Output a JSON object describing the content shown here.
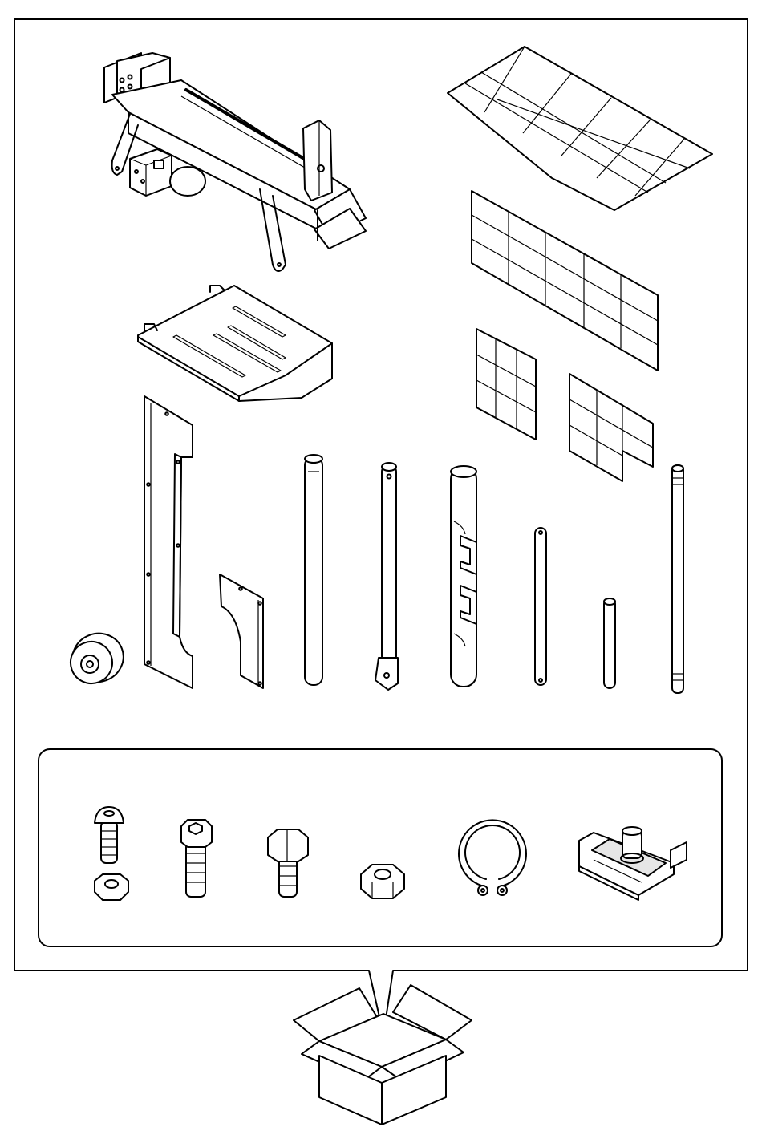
{
  "figure": {
    "kind": "package-contents-diagram",
    "line_color": "#000000",
    "background": "#ffffff"
  },
  "parts": [
    {
      "id": "splitter-body",
      "icon": "log-splitter-body-icon"
    },
    {
      "id": "grid-sheet-large",
      "icon": "grid-sheet-icon"
    },
    {
      "id": "grid-panel-wide",
      "icon": "grid-panel-icon"
    },
    {
      "id": "log-tray",
      "icon": "tray-icon"
    },
    {
      "id": "grid-panel-small-a",
      "icon": "grid-panel-icon"
    },
    {
      "id": "grid-panel-small-b",
      "icon": "grid-panel-icon"
    },
    {
      "id": "side-plate-long",
      "icon": "plate-icon"
    },
    {
      "id": "side-plate-short",
      "icon": "plate-icon"
    },
    {
      "id": "wheel",
      "icon": "wheel-icon"
    },
    {
      "id": "tube-1",
      "icon": "tube-icon"
    },
    {
      "id": "tube-2",
      "icon": "tube-icon"
    },
    {
      "id": "handle-tube",
      "icon": "handle-tube-icon"
    },
    {
      "id": "rod-1",
      "icon": "rod-icon"
    },
    {
      "id": "rod-2",
      "icon": "rod-icon"
    },
    {
      "id": "axle-rod",
      "icon": "axle-icon"
    }
  ],
  "hardware": [
    {
      "id": "round-head-bolt",
      "icon": "bolt-icon"
    },
    {
      "id": "small-nut",
      "icon": "nut-icon"
    },
    {
      "id": "long-hex-bolt",
      "icon": "bolt-icon"
    },
    {
      "id": "short-hex-bolt",
      "icon": "bolt-icon"
    },
    {
      "id": "hex-nut",
      "icon": "nut-icon"
    },
    {
      "id": "circlip",
      "icon": "circlip-icon"
    },
    {
      "id": "slide-bracket",
      "icon": "bracket-icon"
    }
  ],
  "package": {
    "icon": "open-box-icon"
  }
}
